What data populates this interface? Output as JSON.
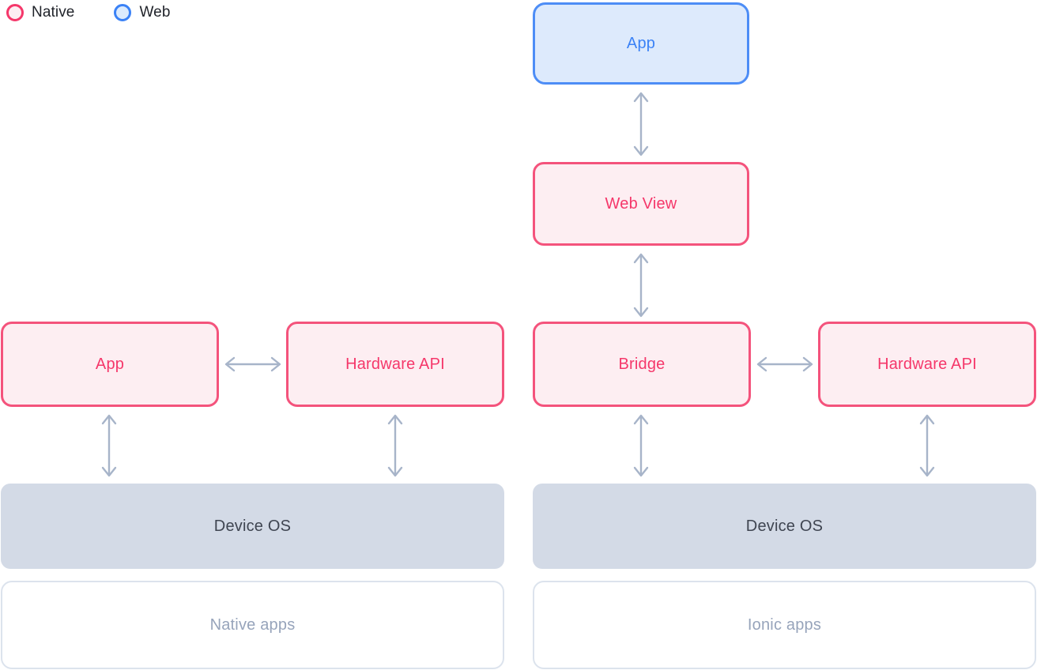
{
  "legend": {
    "items": [
      {
        "label": "Native",
        "color": "#f5376a",
        "fill": "#fdeef2",
        "icon": "circle-outline-icon"
      },
      {
        "label": "Web",
        "color": "#3b82f6",
        "fill": "#dcebfd",
        "icon": "circle-outline-icon"
      }
    ]
  },
  "diagram": {
    "arrow_color": "#a7b4c9",
    "columns": [
      {
        "name": "native-stack",
        "caption": "Native apps"
      },
      {
        "name": "ionic-stack",
        "caption": "Ionic apps"
      }
    ],
    "nodes": {
      "web_app": {
        "label": "App",
        "kind": "web"
      },
      "web_view": {
        "label": "Web View",
        "kind": "native"
      },
      "native_app": {
        "label": "App",
        "kind": "native"
      },
      "native_hardware_api": {
        "label": "Hardware API",
        "kind": "native"
      },
      "bridge": {
        "label": "Bridge",
        "kind": "native"
      },
      "ionic_hardware_api": {
        "label": "Hardware API",
        "kind": "native"
      },
      "native_device_os": {
        "label": "Device OS",
        "kind": "os"
      },
      "ionic_device_os": {
        "label": "Device OS",
        "kind": "os"
      },
      "native_apps_shell": {
        "label": "Native apps",
        "kind": "shell"
      },
      "ionic_apps_shell": {
        "label": "Ionic apps",
        "kind": "shell"
      }
    },
    "connections": [
      {
        "name": "app-to-webview",
        "type": "bidirectional-vertical"
      },
      {
        "name": "webview-to-bridge",
        "type": "bidirectional-vertical"
      },
      {
        "name": "native-app-to-hardware-api",
        "type": "bidirectional-horizontal"
      },
      {
        "name": "bridge-to-hardware-api",
        "type": "bidirectional-horizontal"
      },
      {
        "name": "native-app-to-device-os",
        "type": "bidirectional-vertical"
      },
      {
        "name": "native-hardware-api-to-device-os",
        "type": "bidirectional-vertical"
      },
      {
        "name": "bridge-to-device-os",
        "type": "bidirectional-vertical"
      },
      {
        "name": "ionic-hardware-api-to-device-os",
        "type": "bidirectional-vertical"
      }
    ]
  }
}
